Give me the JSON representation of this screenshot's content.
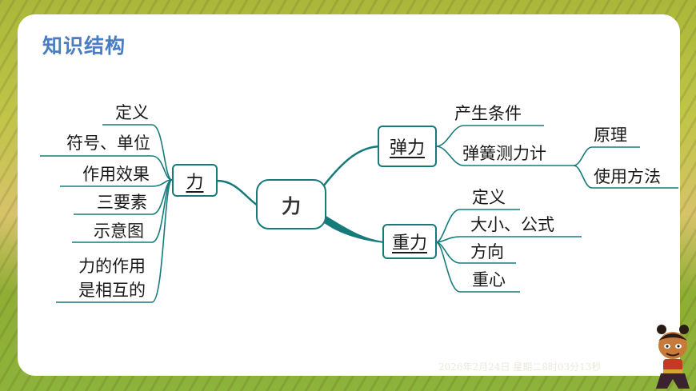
{
  "slide": {
    "title": "知识结构",
    "timestamp": "2026年2月24日 星期二8时03分13秒",
    "colors": {
      "title": "#4a7cc0",
      "line": "#177a7a",
      "card": "#ffffff"
    }
  },
  "mindmap": {
    "center": {
      "label": "力"
    },
    "left_branch": {
      "label": "力",
      "leaves": [
        "定义",
        "符号、单位",
        "作用效果",
        "三要素",
        "示意图",
        "力的作用",
        "是相互的"
      ]
    },
    "right_branches": [
      {
        "label": "弹力",
        "leaves": [
          {
            "label": "产生条件"
          },
          {
            "label": "弹簧测力计",
            "children": [
              "原理",
              "使用方法"
            ]
          }
        ]
      },
      {
        "label": "重力",
        "leaves": [
          {
            "label": "定义"
          },
          {
            "label": "大小、公式"
          },
          {
            "label": "方向"
          },
          {
            "label": "重心"
          }
        ]
      }
    ]
  }
}
